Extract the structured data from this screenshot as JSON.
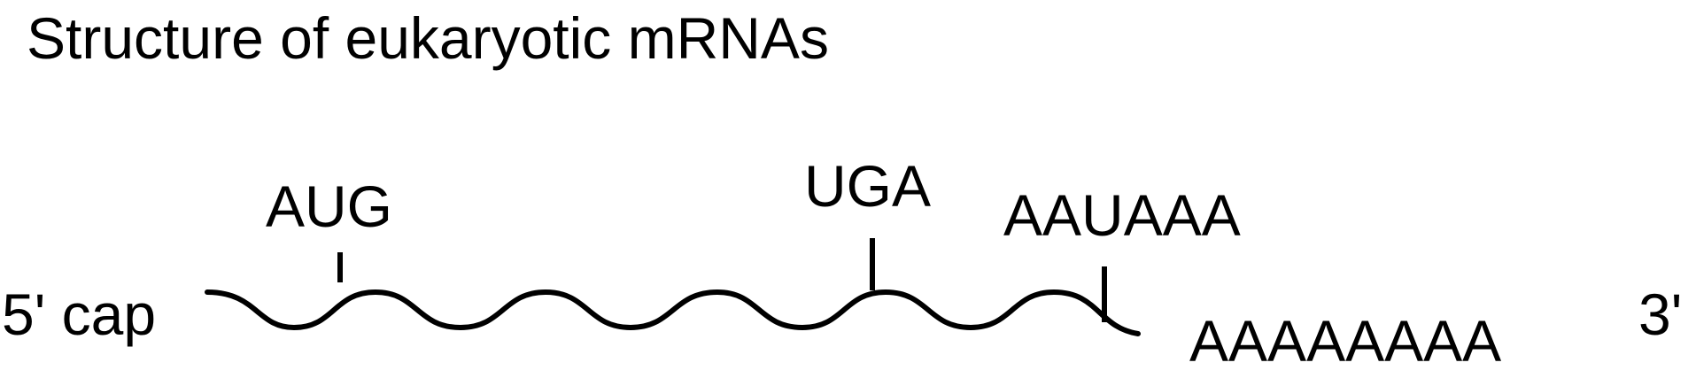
{
  "title": "Structure of eukaryotic mRNAs",
  "labels": {
    "five_prime_cap": "5' cap",
    "start_codon": "AUG",
    "stop_codon": "UGA",
    "polyadenylation_signal": "AAUAAA",
    "poly_a_tail": "AAAAAAAA",
    "three_prime": "3'"
  },
  "colors": {
    "line": "#000000",
    "text": "#000000",
    "background": "#ffffff"
  }
}
